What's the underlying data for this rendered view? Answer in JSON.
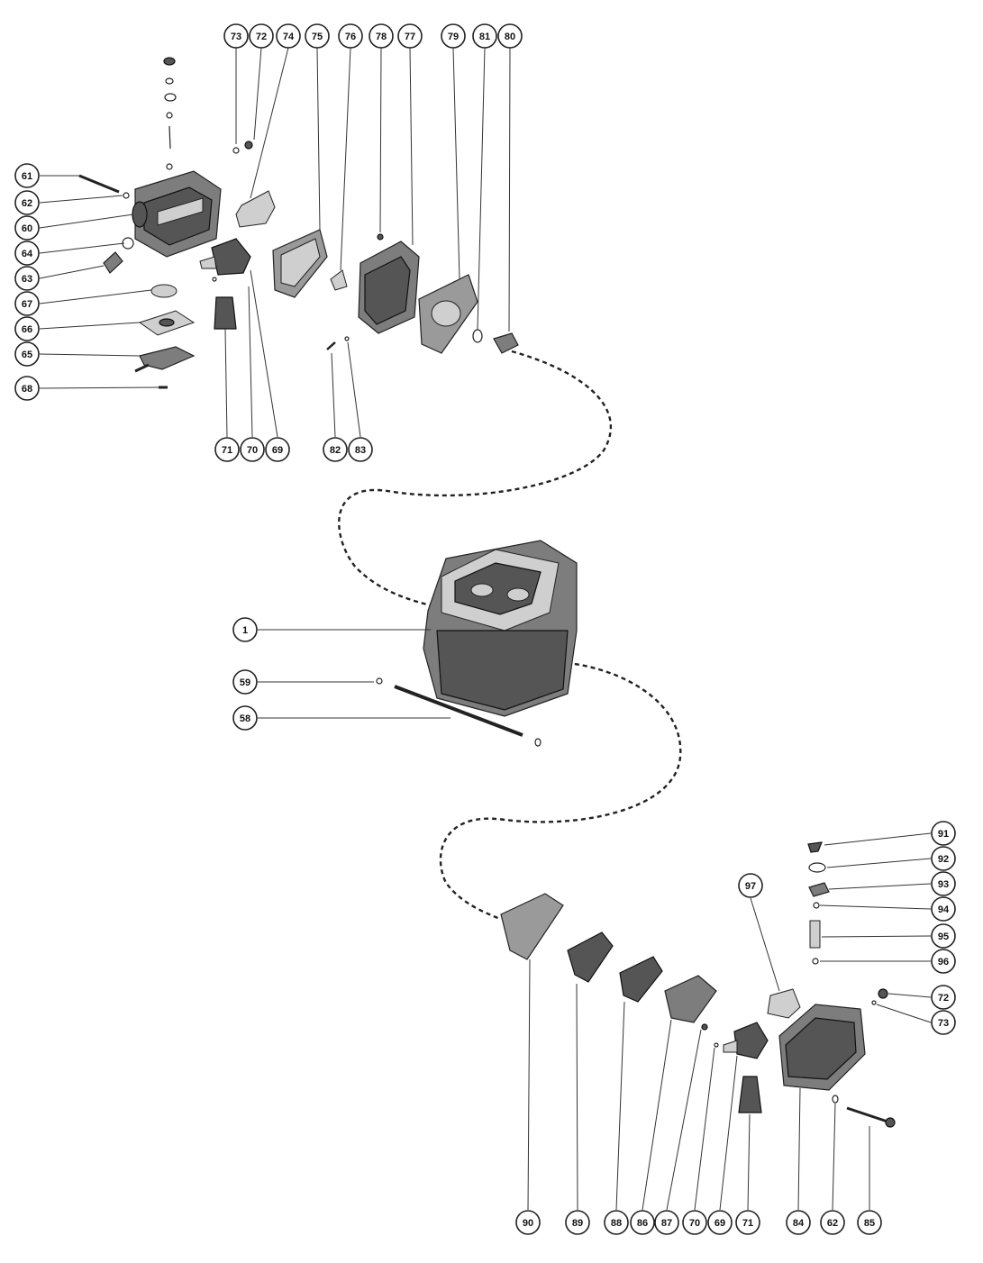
{
  "callouts": [
    {
      "id": "c73a",
      "label": "73"
    },
    {
      "id": "c72a",
      "label": "72"
    },
    {
      "id": "c74",
      "label": "74"
    },
    {
      "id": "c75",
      "label": "75"
    },
    {
      "id": "c76",
      "label": "76"
    },
    {
      "id": "c78",
      "label": "78"
    },
    {
      "id": "c77",
      "label": "77"
    },
    {
      "id": "c79",
      "label": "79"
    },
    {
      "id": "c81",
      "label": "81"
    },
    {
      "id": "c80",
      "label": "80"
    },
    {
      "id": "c61",
      "label": "61"
    },
    {
      "id": "c62a",
      "label": "62"
    },
    {
      "id": "c60",
      "label": "60"
    },
    {
      "id": "c64",
      "label": "64"
    },
    {
      "id": "c63",
      "label": "63"
    },
    {
      "id": "c67",
      "label": "67"
    },
    {
      "id": "c66",
      "label": "66"
    },
    {
      "id": "c65",
      "label": "65"
    },
    {
      "id": "c68",
      "label": "68"
    },
    {
      "id": "c71a",
      "label": "71"
    },
    {
      "id": "c70a",
      "label": "70"
    },
    {
      "id": "c69a",
      "label": "69"
    },
    {
      "id": "c82",
      "label": "82"
    },
    {
      "id": "c83",
      "label": "83"
    },
    {
      "id": "c1",
      "label": "1"
    },
    {
      "id": "c59",
      "label": "59"
    },
    {
      "id": "c58",
      "label": "58"
    },
    {
      "id": "c91",
      "label": "91"
    },
    {
      "id": "c92",
      "label": "92"
    },
    {
      "id": "c93",
      "label": "93"
    },
    {
      "id": "c94",
      "label": "94"
    },
    {
      "id": "c95",
      "label": "95"
    },
    {
      "id": "c96",
      "label": "96"
    },
    {
      "id": "c97",
      "label": "97"
    },
    {
      "id": "c72b",
      "label": "72"
    },
    {
      "id": "c73b",
      "label": "73"
    },
    {
      "id": "c90",
      "label": "90"
    },
    {
      "id": "c89",
      "label": "89"
    },
    {
      "id": "c88",
      "label": "88"
    },
    {
      "id": "c86",
      "label": "86"
    },
    {
      "id": "c87",
      "label": "87"
    },
    {
      "id": "c70b",
      "label": "70"
    },
    {
      "id": "c69b",
      "label": "69"
    },
    {
      "id": "c71b",
      "label": "71"
    },
    {
      "id": "c84",
      "label": "84"
    },
    {
      "id": "c62b",
      "label": "62"
    },
    {
      "id": "c85",
      "label": "85"
    }
  ]
}
